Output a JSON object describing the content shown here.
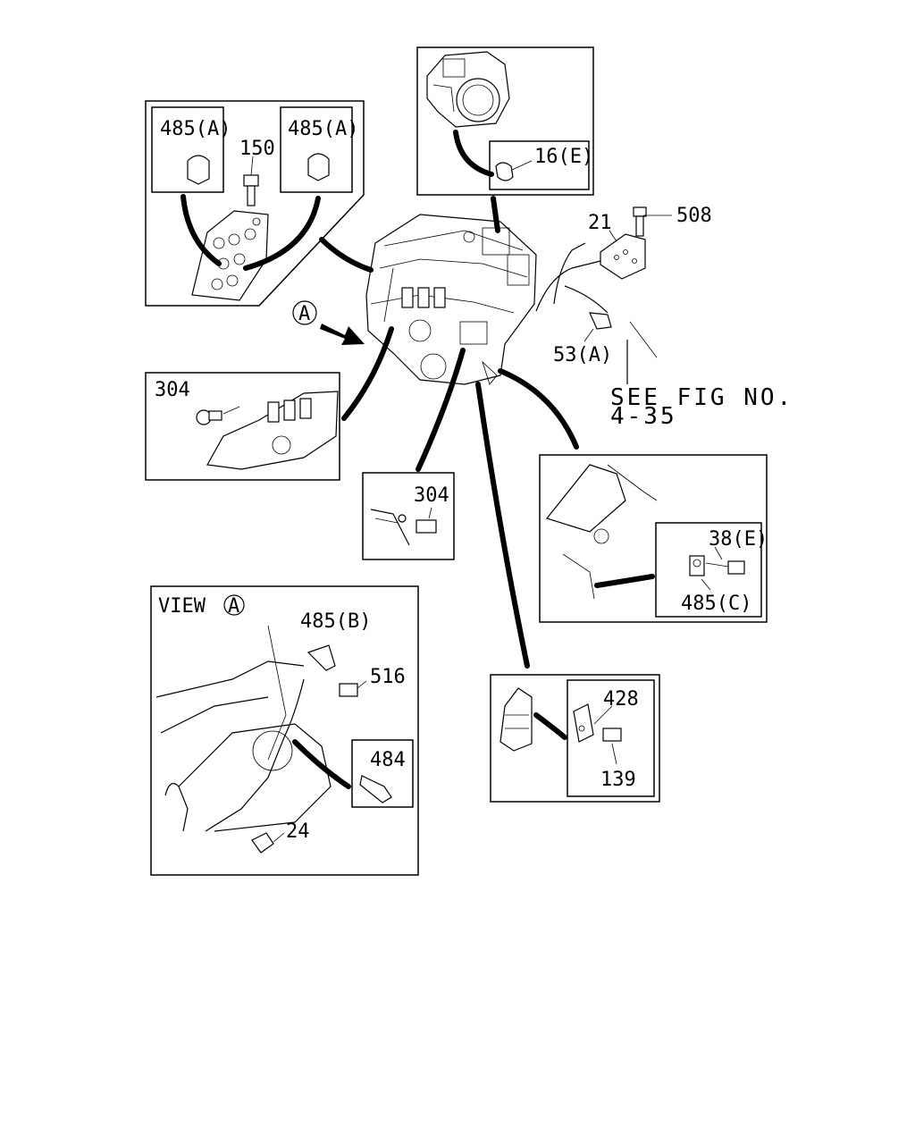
{
  "labels": {
    "p485a_left": "485(A)",
    "p485a_right": "485(A)",
    "p150": "150",
    "p16e": "16(E)",
    "p21": "21",
    "p508": "508",
    "p53a": "53(A)",
    "see_fig": "SEE FIG NO.",
    "see_fig_num": "4-35",
    "callout_a": "A",
    "p304_left": "304",
    "p304_mid": "304",
    "p38e": "38(E)",
    "p485c": "485(C)",
    "view_a": "VIEW",
    "view_a_letter": "A",
    "p485b": "485(B)",
    "p516": "516",
    "p484": "484",
    "p24": "24",
    "p428": "428",
    "p139": "139"
  }
}
